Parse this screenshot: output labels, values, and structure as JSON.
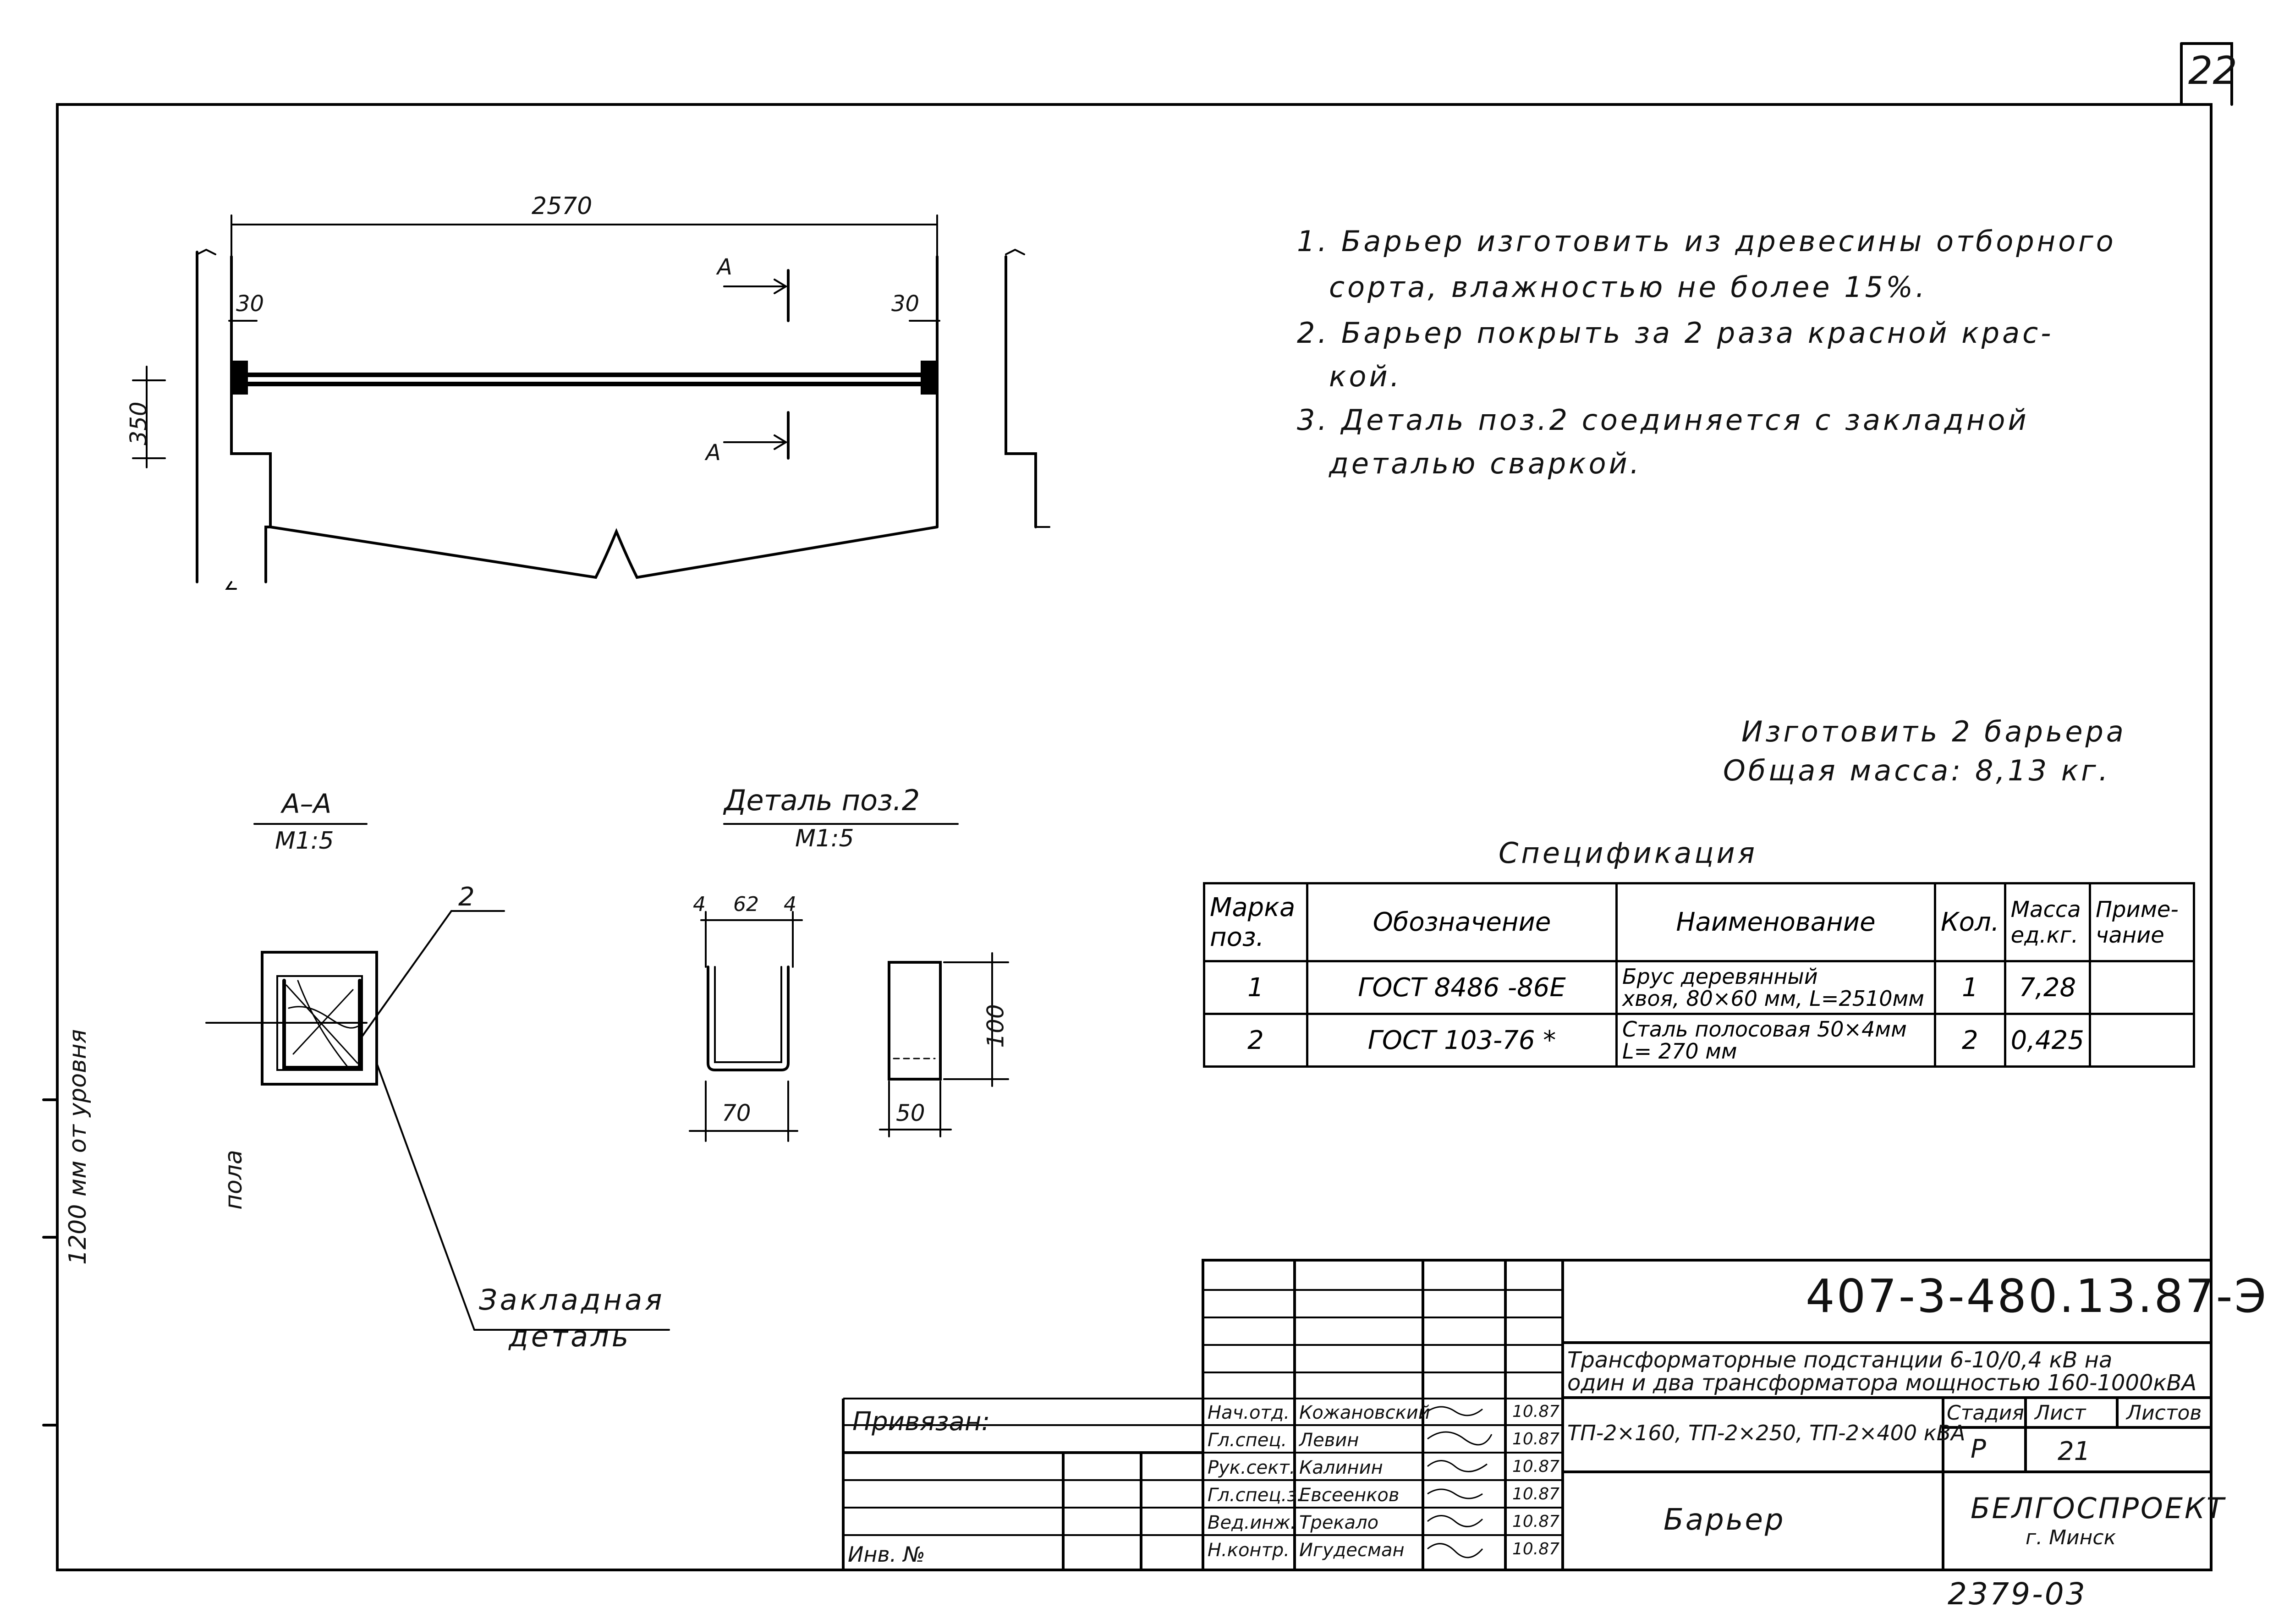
{
  "sheet_number": "22",
  "drawing": {
    "dim_2570": "2570",
    "dim_350": "350",
    "dim_30_left": "30",
    "dim_30_right": "30",
    "section_mark_top": "А",
    "section_mark_bottom": "А"
  },
  "notes": [
    "1. Барьер изготовить из древесины отборного",
    "сорта, влажностью не более 15%.",
    "2. Барьер покрыть за 2 раза красной крас-",
    "кой.",
    "3. Деталь поз.2 соединяется с закладной",
    "деталью сваркой."
  ],
  "manufacture": {
    "line1": "Изготовить 2 барьера",
    "line2": "Общая масса: 8,13 кг."
  },
  "section_aa": {
    "title": "А–А",
    "scale": "М1:5",
    "pos_label": "2",
    "level_label": "1200 мм от уровня",
    "level_label2": "пола",
    "embedded_label1": "Закладная",
    "embedded_label2": "деталь"
  },
  "detail": {
    "title": "Деталь поз.2",
    "scale": "М1:5",
    "dim_4_left": "4",
    "dim_62": "62",
    "dim_4_right": "4",
    "dim_70": "70",
    "dim_100": "100",
    "dim_50": "50"
  },
  "spec": {
    "title": "Спецификация",
    "headers": [
      "Марка поз.",
      "Обозначение",
      "Наименование",
      "Кол.",
      "Масса ед.кг.",
      "Приме-чание"
    ],
    "rows": [
      {
        "pos": "1",
        "designation": "ГОСТ 8486 -86Е",
        "name1": "Брус деревянный",
        "name2": "хвоя, 80×60 мм, L=2510мм",
        "qty": "1",
        "mass": "7,28",
        "note": ""
      },
      {
        "pos": "2",
        "designation": "ГОСТ 103-76 *",
        "name1": "Сталь полосовая 50×4мм",
        "name2": "L= 270 мм",
        "qty": "2",
        "mass": "0,425",
        "note": ""
      }
    ]
  },
  "stamp": {
    "doc_code": "407-3-480.13.87-Э",
    "title_line1": "Трансформаторные подстанции 6-10/0,4 кВ на",
    "title_line2": "один и два трансформатора мощностью 160-1000кВА",
    "subtitle": "ТП-2×160, ТП-2×250, ТП-2×400 кВА",
    "stage_label": "Стадия",
    "sheet_label": "Лист",
    "sheets_label": "Листов",
    "stage": "Р",
    "sheet": "21",
    "object_name": "Барьер",
    "org": "БЕЛГОСПРОЕКТ",
    "city": "г. Минск",
    "tied_label": "Привязан:",
    "inv_label": "Инв. №",
    "signers": [
      {
        "role": "Нач.отд.",
        "name": "Кожановский",
        "date": "10.87"
      },
      {
        "role": "Гл.спец.",
        "name": "Левин",
        "date": "10.87"
      },
      {
        "role": "Рук.сект.",
        "name": "Калинин",
        "date": "10.87"
      },
      {
        "role": "Гл.спец.з.",
        "name": "Евсеенков",
        "date": "10.87"
      },
      {
        "role": "Вед.инж.",
        "name": "Трекало",
        "date": "10.87"
      },
      {
        "role": "Н.контр.",
        "name": "Игудесман",
        "date": "10.87"
      }
    ]
  },
  "bottom_code": "2379-03"
}
